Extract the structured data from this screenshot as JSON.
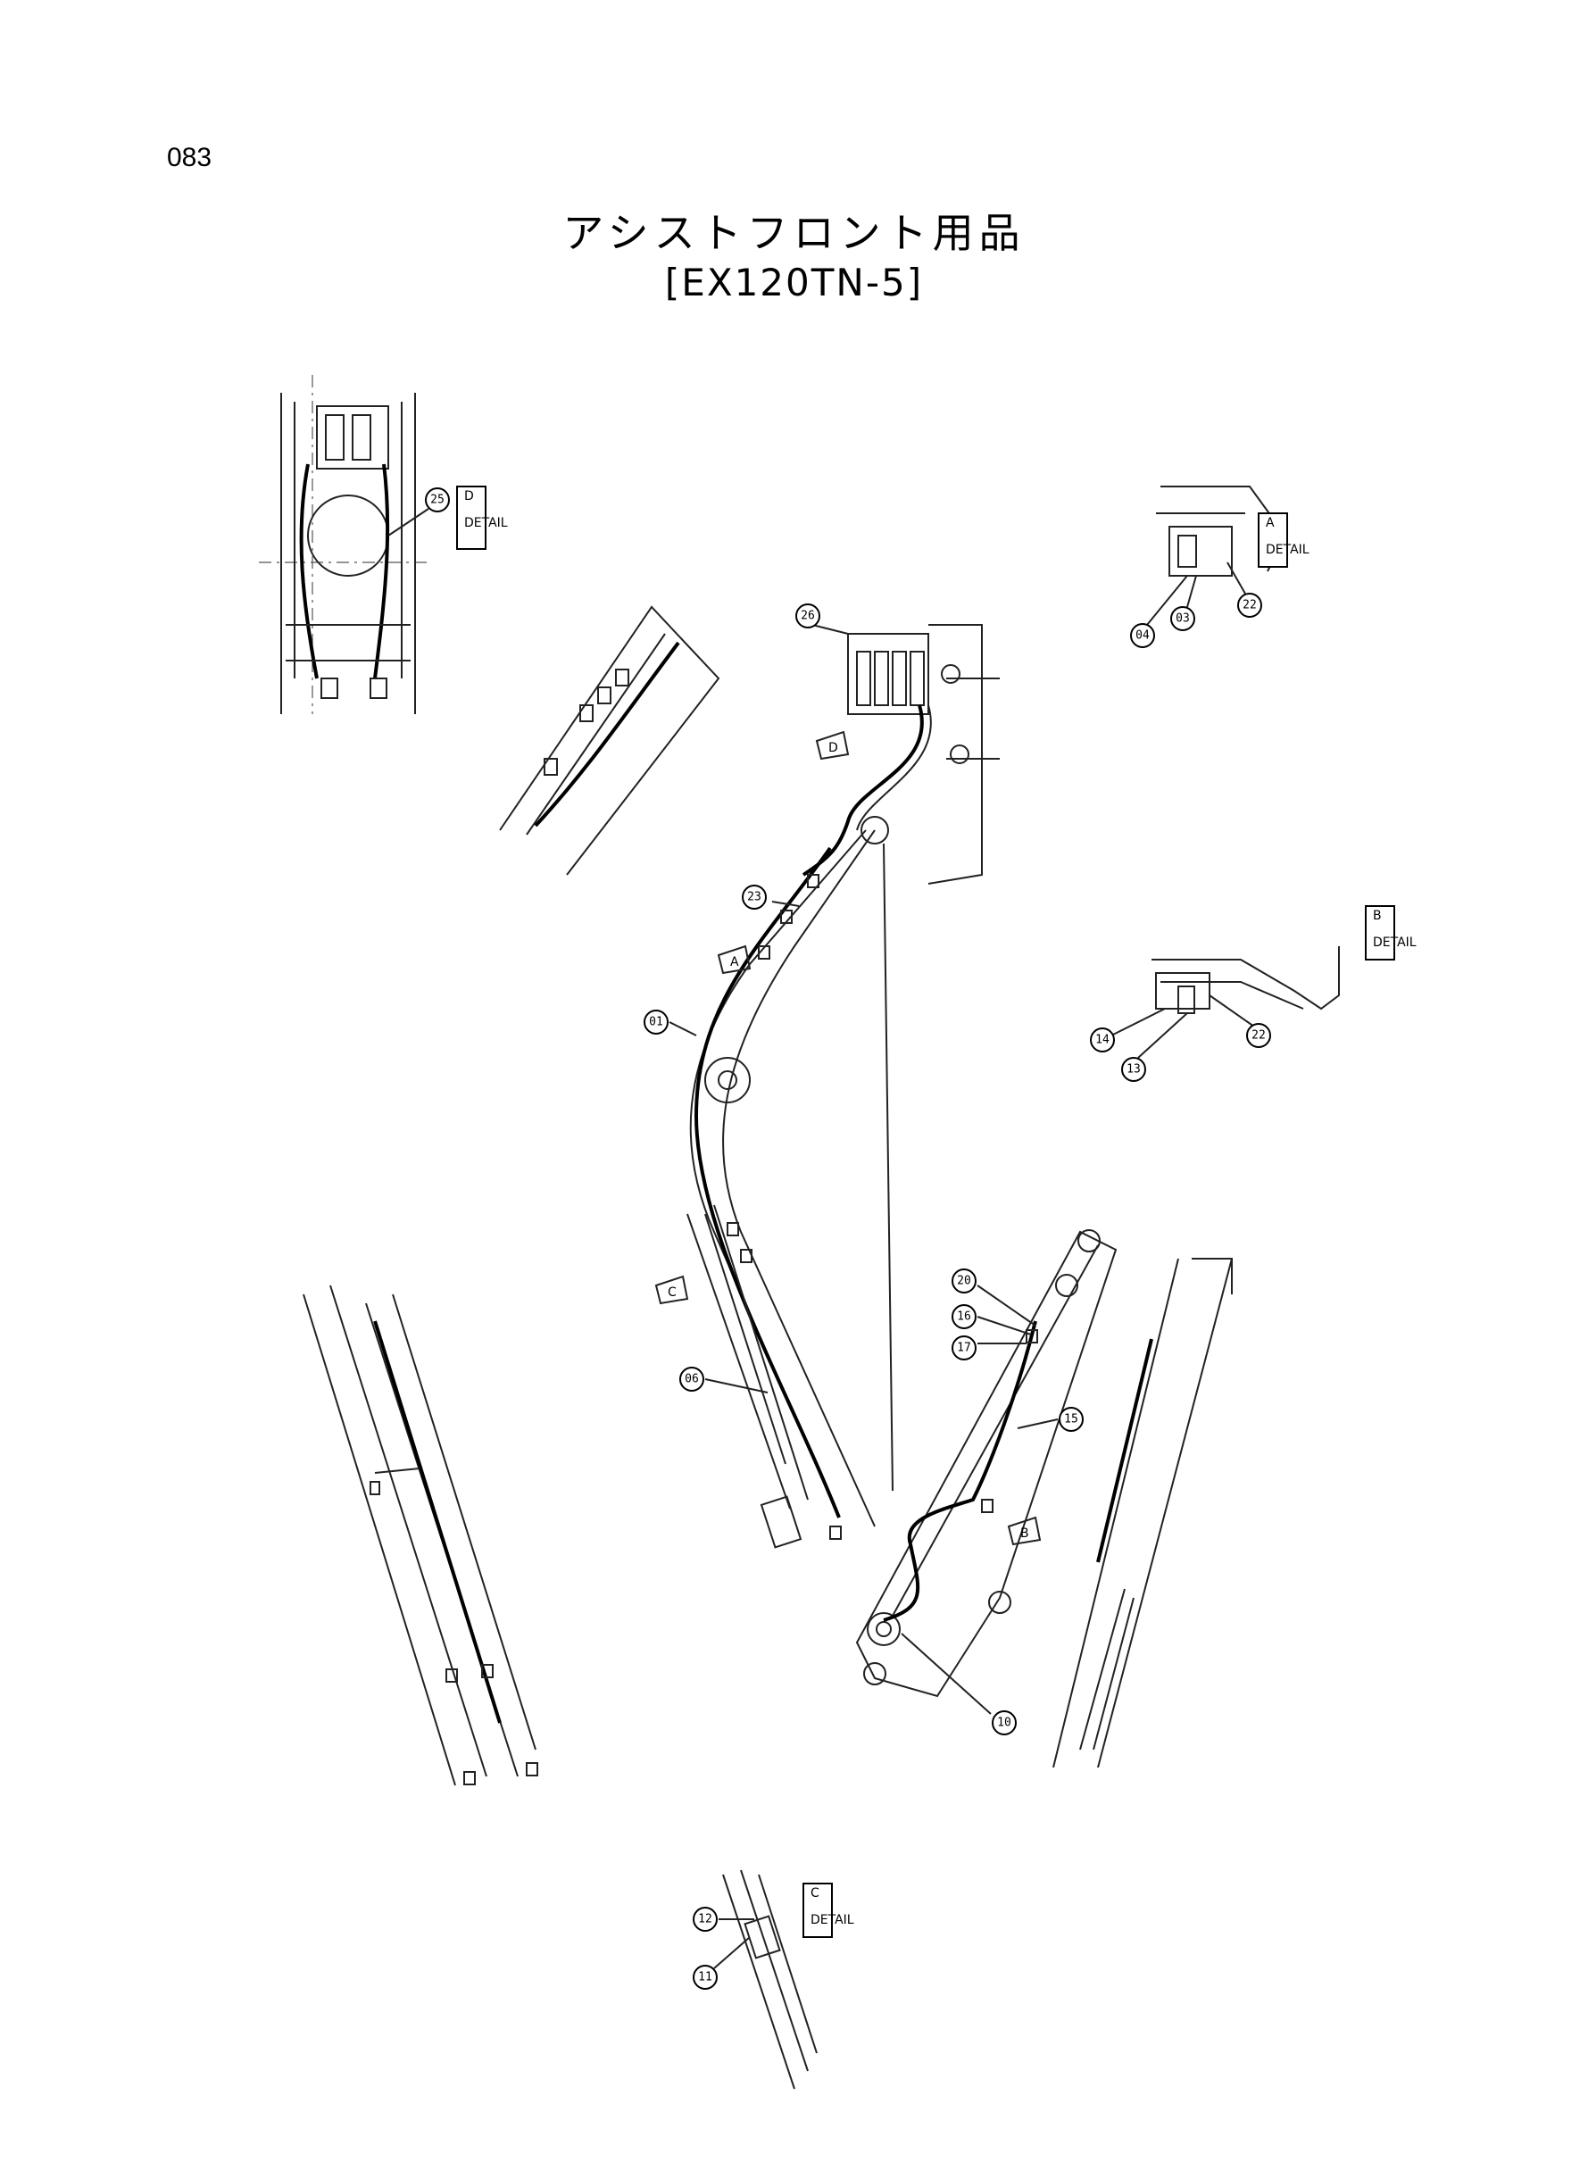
{
  "page_number": "083",
  "title": "アシストフロント用品",
  "model": "[EX120TN-5]",
  "detail_tags": {
    "A": {
      "letter": "A",
      "text": "DETAIL"
    },
    "B": {
      "letter": "B",
      "text": "DETAIL"
    },
    "C": {
      "letter": "C",
      "text": "DETAIL"
    },
    "D": {
      "letter": "D",
      "text": "DETAIL"
    }
  },
  "view_marks": [
    "A",
    "B",
    "C",
    "D"
  ],
  "part_numbers": {
    "p01": "01",
    "p03": "03",
    "p04": "04",
    "p06": "06",
    "p10": "10",
    "p11": "11",
    "p12": "12",
    "p13": "13",
    "p14": "14",
    "p15": "15",
    "p16": "16",
    "p17": "17",
    "p20": "20",
    "p22a": "22",
    "p22b": "22",
    "p23": "23",
    "p25": "25",
    "p26": "26"
  }
}
